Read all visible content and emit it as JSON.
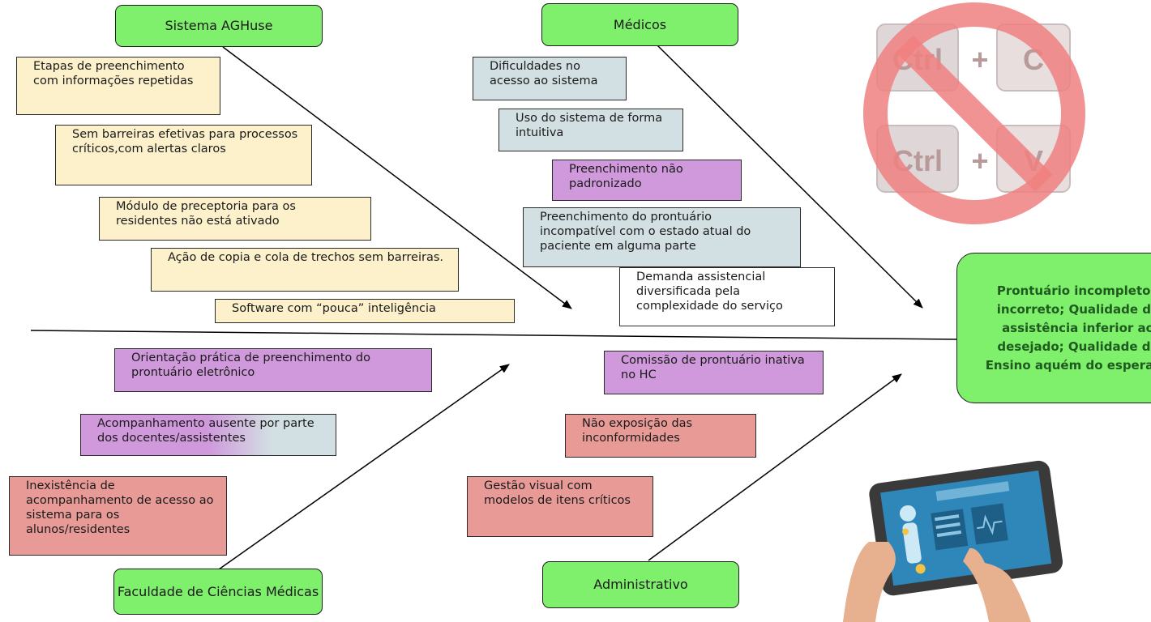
{
  "categories": {
    "sistema": "Sistema AGHuse",
    "medicos": "Médicos",
    "faculdade": "Faculdade de Ciências Médicas",
    "administrativo": "Administrativo"
  },
  "effect": "Prontuário incompleto / incorreto; Qualidade de assistência inferior ao desejado; Qualidade de Ensino aquém do esperado",
  "causes": {
    "sistema": [
      "Etapas de preenchimento com informações repetidas",
      "Sem barreiras efetivas para processos críticos,com alertas claros",
      "Módulo de preceptoria para os residentes não está ativado",
      "Ação de copia e cola de trechos sem barreiras.",
      "Software com “pouca” inteligência"
    ],
    "medicos": [
      "Dificuldades no acesso ao sistema",
      "Uso do sistema de forma intuitiva",
      "Preenchimento não padronizado",
      "Preenchimento do prontuário incompatível com o estado atual do paciente em alguma parte",
      "Demanda assistencial diversificada pela complexidade do serviço"
    ],
    "faculdade": [
      "Orientação prática de preenchimento do prontuário eletrônico",
      "Acompanhamento ausente por parte dos docentes/assistentes",
      "Inexistência de acompanhamento de acesso ao sistema para os alunos/residentes"
    ],
    "administrativo": [
      "Comissão de prontuário inativa no HC",
      "Não exposição das inconformidades",
      "Gestão visual com modelos de itens críticos"
    ]
  },
  "keyboard_icon": {
    "ctrl1": "Ctrl",
    "plus1": "+",
    "c": "C",
    "ctrl2": "Ctrl",
    "plus2": "+",
    "v": "V"
  },
  "colors": {
    "category": "#7ff06b",
    "system_cause": "#fdf1cc",
    "gray_cause": "#d3e0e3",
    "purple_cause": "#d099dc",
    "red_cause": "#e89a97",
    "prohibition": "#f08080"
  },
  "icons": [
    "no-copy-paste-icon",
    "tablet-hands-icon"
  ]
}
